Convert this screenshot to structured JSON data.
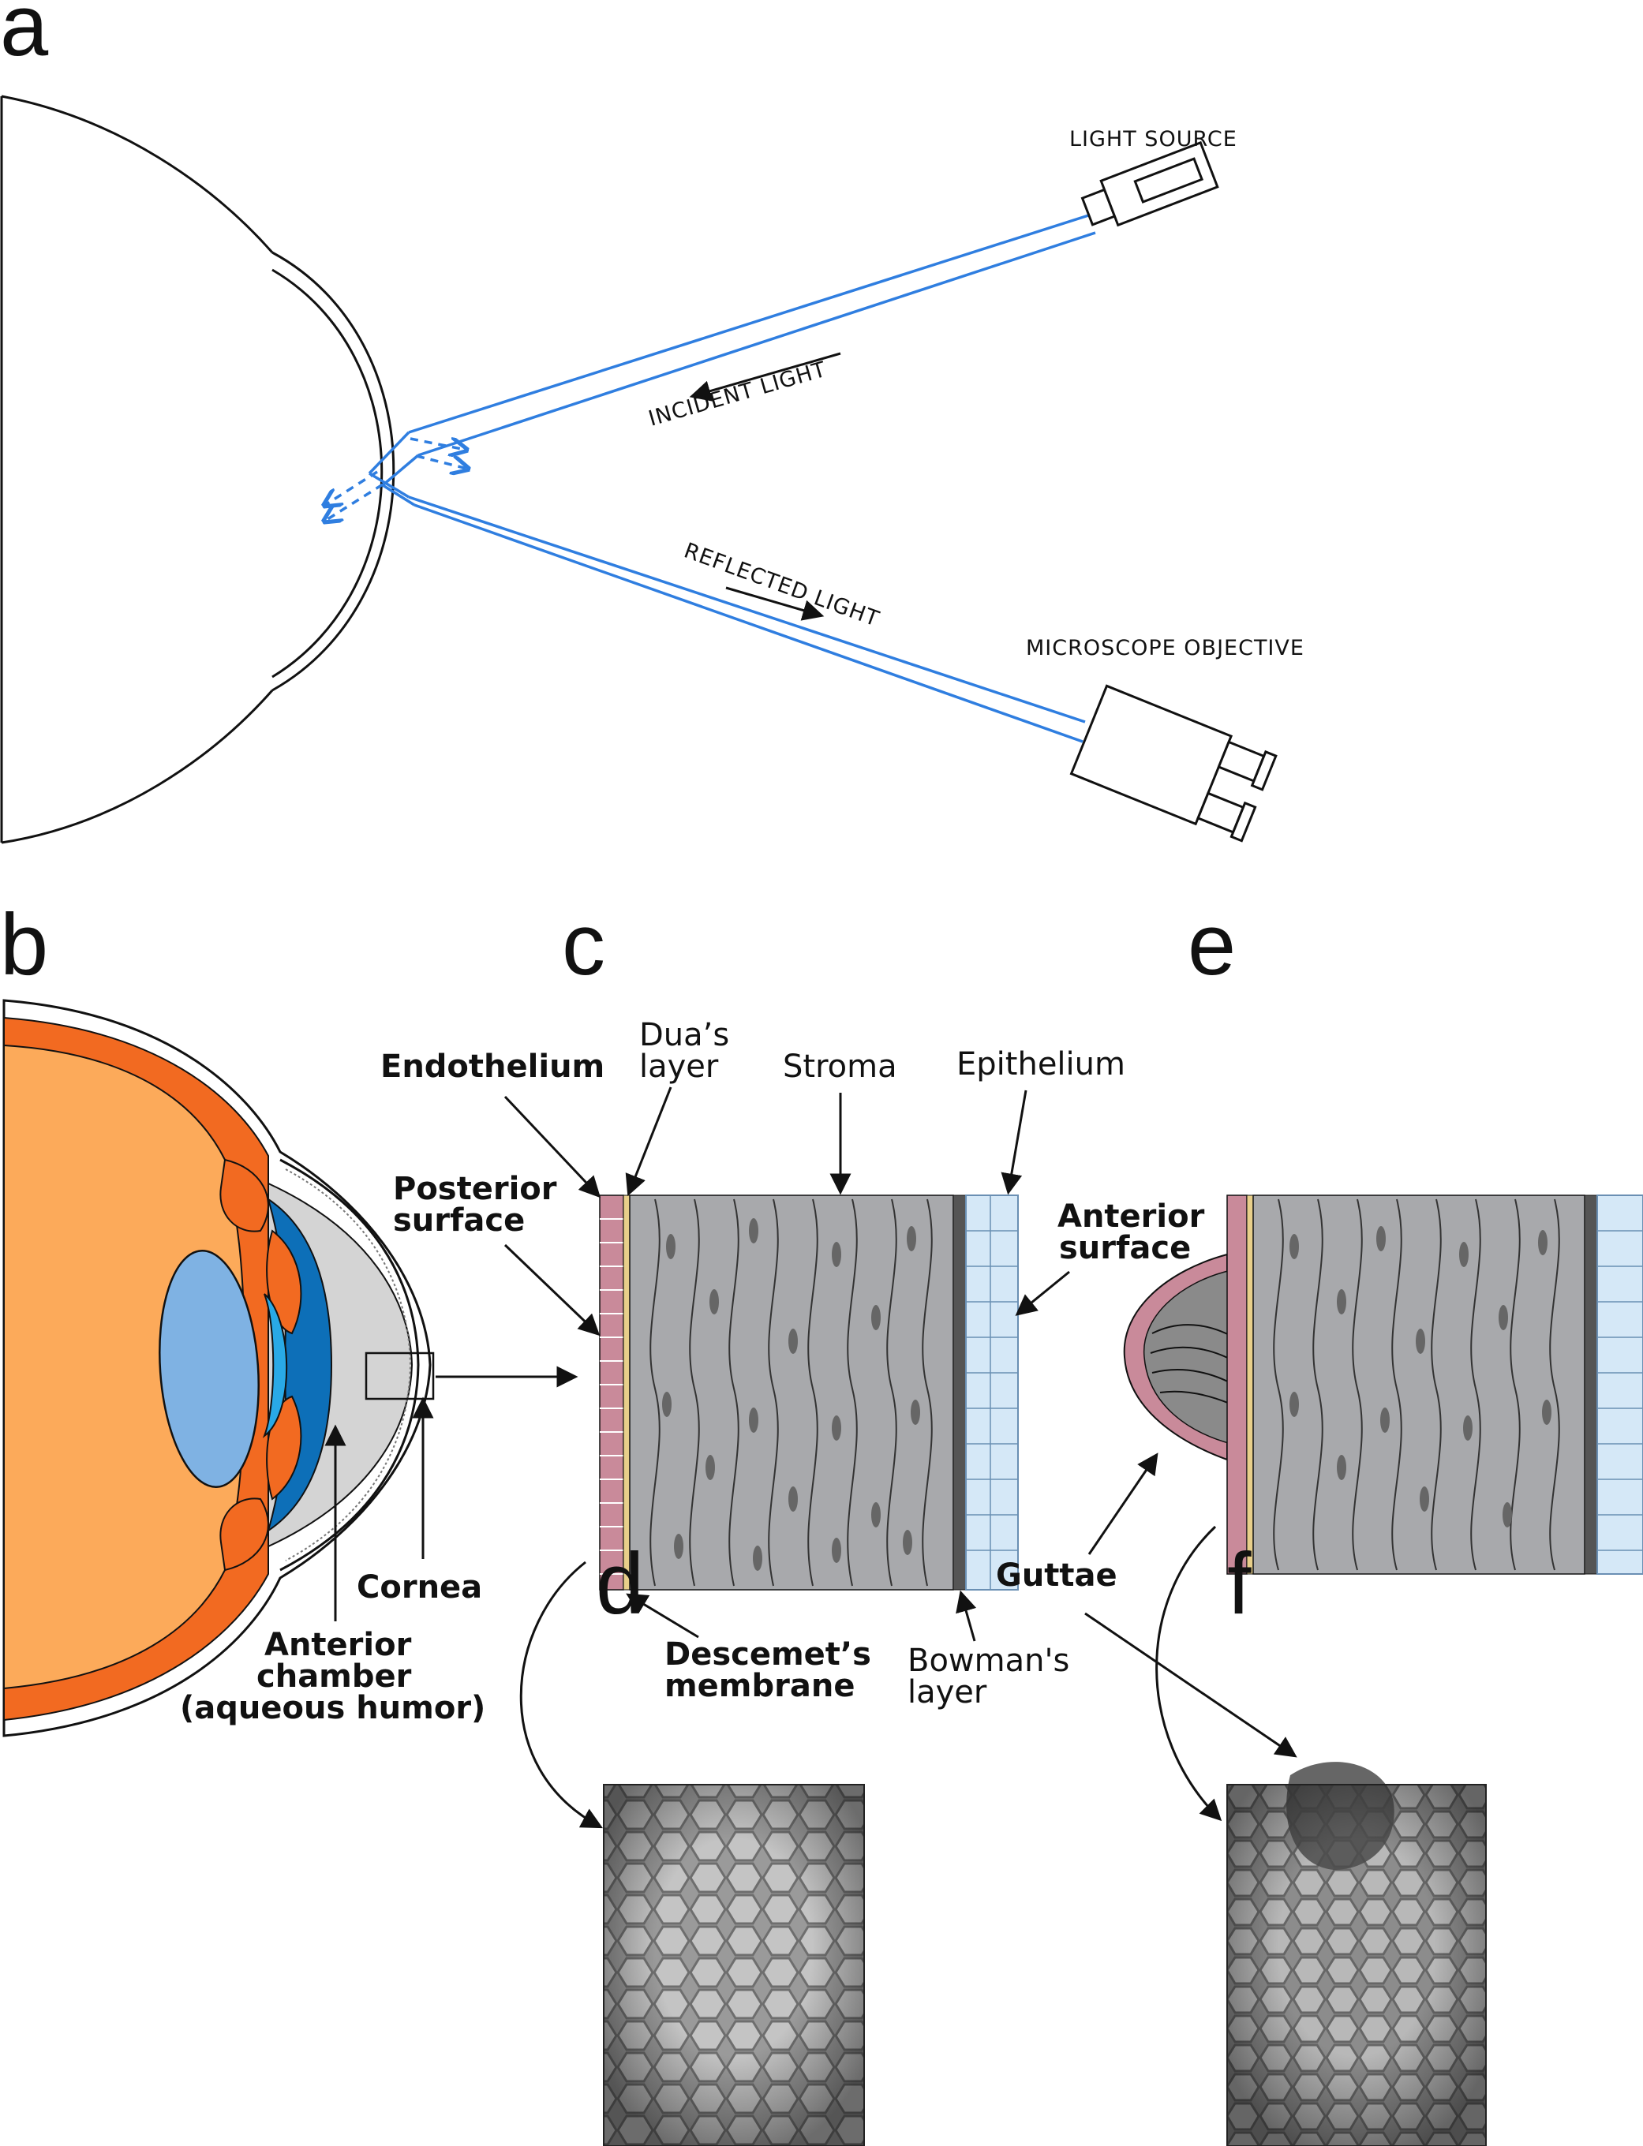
{
  "panels": {
    "a": "a",
    "b": "b",
    "c": "c",
    "d": "d",
    "e": "e",
    "f": "f"
  },
  "panel_a": {
    "light_source": "LIGHT SOURCE",
    "incident_light": "INCIDENT LIGHT",
    "reflected_light": "REFLECTED LIGHT",
    "microscope_objective": "MICROSCOPE OBJECTIVE"
  },
  "panel_b": {
    "cornea": "Cornea",
    "anterior_chamber_1": "Anterior",
    "anterior_chamber_2": "chamber",
    "anterior_chamber_3": "(aqueous humor)"
  },
  "panel_c": {
    "endothelium": "Endothelium",
    "duas_1": "Dua’s",
    "duas_2": "layer",
    "stroma": "Stroma",
    "epithelium": "Epithelium",
    "posterior_1": "Posterior",
    "posterior_2": "surface",
    "descemet_1": "Descemet’s",
    "descemet_2": "membrane",
    "bowman_1": "Bowman's",
    "bowman_2": "layer"
  },
  "panel_e": {
    "anterior_1": "Anterior",
    "anterior_2": "surface",
    "guttae": "Guttae"
  },
  "colors": {
    "light_path": "#2f7ee0",
    "retina_orange": "#f26a21",
    "vitreous": "#fcaa5a",
    "lens": "#7fb2e3",
    "iris_blue": "#0d6fb8",
    "stroma": "#a8a9ac",
    "endothelium": "#c98a9a",
    "descemet": "#e8cf8a",
    "epithelium": "#d5e8f7"
  }
}
